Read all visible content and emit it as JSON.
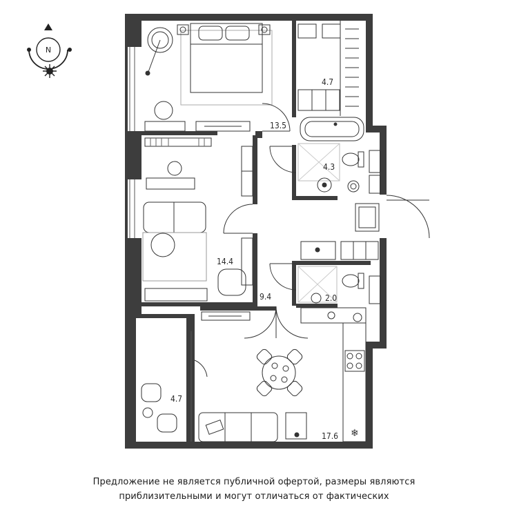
{
  "compass": {
    "label": "N"
  },
  "rooms": [
    {
      "id": "bedroom-1",
      "area": "13.5"
    },
    {
      "id": "wardrobe",
      "area": "4.7"
    },
    {
      "id": "bathroom",
      "area": "4.3"
    },
    {
      "id": "bedroom-2",
      "area": "14.4"
    },
    {
      "id": "hallway",
      "area": "9.4"
    },
    {
      "id": "toilet",
      "area": "2.0"
    },
    {
      "id": "balcony",
      "area": "4.7"
    },
    {
      "id": "kitchen-living",
      "area": "17.6"
    }
  ],
  "disclaimer": {
    "line1": "Предложение не является публичной офертой, размеры являются",
    "line2": "приблизительными и могут отличаться от фактических"
  },
  "colors": {
    "wall": "#3d3d3d",
    "line": "#333333",
    "background": "#ffffff"
  }
}
